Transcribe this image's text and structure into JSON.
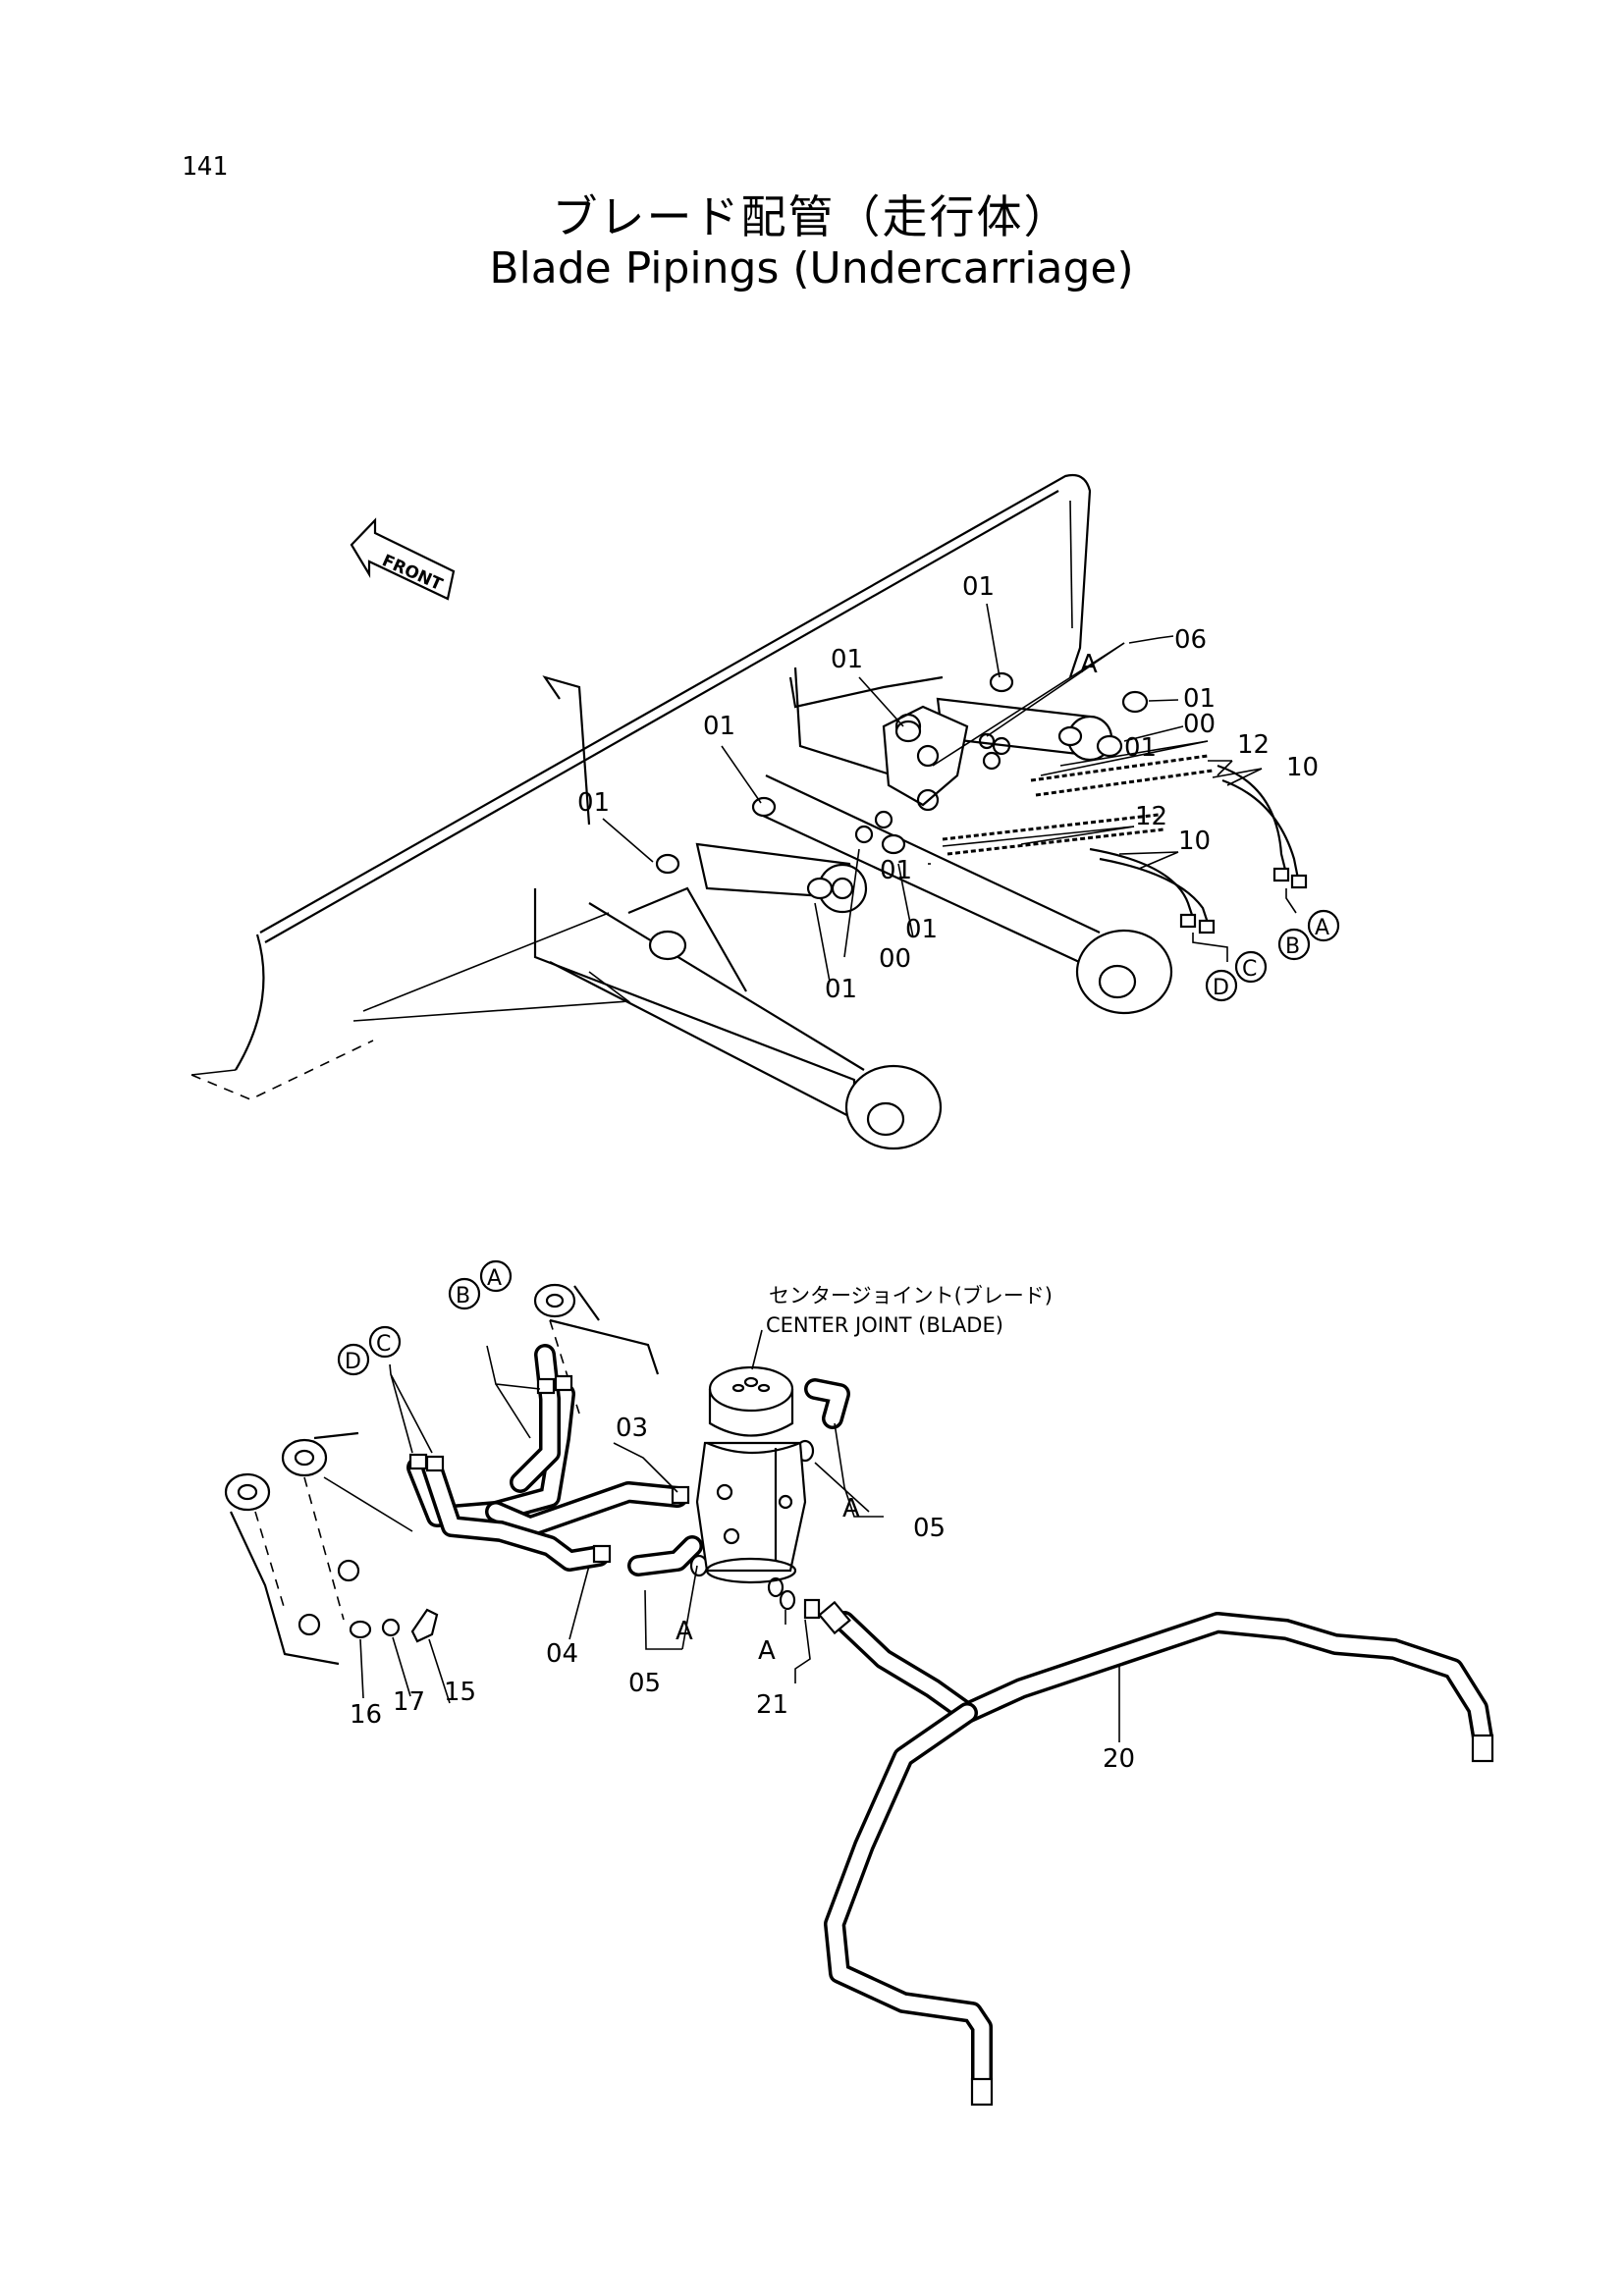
{
  "page": {
    "number": "141"
  },
  "title": {
    "japanese": "ブレード配管（走行体）",
    "english": "Blade Pipings (Undercarriage)"
  },
  "upper_view": {
    "direction_label": "FRONT",
    "parts": {
      "p01a": "01",
      "p01b": "01",
      "p01c": "01",
      "p01d": "01",
      "p01e": "01",
      "p01f": "01",
      "p01g": "01",
      "p01h": "01",
      "p01i": "01",
      "p00a": "00",
      "p00b": "00",
      "p06": "06",
      "p12a": "12",
      "p12b": "12",
      "p10a": "10",
      "p10b": "10",
      "pA": "A"
    },
    "circle_labels": {
      "c1": "B",
      "c2": "A",
      "c3": "D",
      "c4": "C"
    }
  },
  "lower_view": {
    "center_joint_jp": "センタージョイント(ブレード)",
    "center_joint_en": "CENTER JOINT (BLADE)",
    "parts": {
      "p03": "03",
      "p04": "04",
      "p05a": "05",
      "p05b": "05",
      "p15": "15",
      "p16": "16",
      "p17": "17",
      "p20": "20",
      "p21": "21",
      "pA1": "A",
      "pA2": "A",
      "pA3": "A"
    },
    "circle_labels": {
      "c1": "B",
      "c2": "A",
      "c3": "D",
      "c4": "C"
    }
  }
}
